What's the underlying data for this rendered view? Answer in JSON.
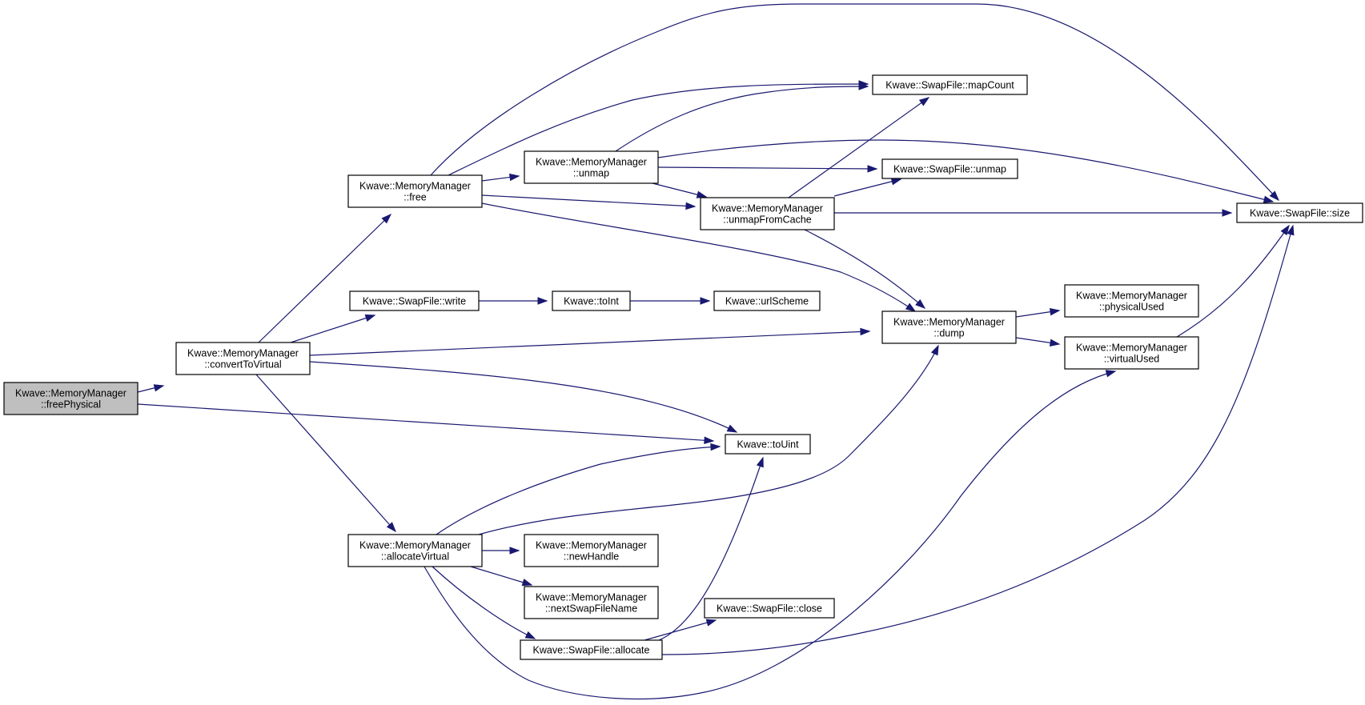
{
  "diagram": {
    "kind": "call-graph",
    "colors": {
      "edge": "#191970",
      "root_fill": "#bfbfbf",
      "node_fill": "#ffffff",
      "border": "#000000"
    },
    "nodes": {
      "freePhysical": {
        "lines": [
          "Kwave::MemoryManager",
          "::freePhysical"
        ],
        "root": true
      },
      "convertToVirtual": {
        "lines": [
          "Kwave::MemoryManager",
          "::convertToVirtual"
        ]
      },
      "free": {
        "lines": [
          "Kwave::MemoryManager",
          "::free"
        ]
      },
      "write": {
        "lines": [
          "Kwave::SwapFile::write"
        ]
      },
      "allocateVirtual": {
        "lines": [
          "Kwave::MemoryManager",
          "::allocateVirtual"
        ]
      },
      "unmap": {
        "lines": [
          "Kwave::MemoryManager",
          "::unmap"
        ]
      },
      "unmapFromCache": {
        "lines": [
          "Kwave::MemoryManager",
          "::unmapFromCache"
        ]
      },
      "toInt": {
        "lines": [
          "Kwave::toInt"
        ]
      },
      "urlScheme": {
        "lines": [
          "Kwave::urlScheme"
        ]
      },
      "toUint": {
        "lines": [
          "Kwave::toUint"
        ]
      },
      "newHandle": {
        "lines": [
          "Kwave::MemoryManager",
          "::newHandle"
        ]
      },
      "nextSwapFileName": {
        "lines": [
          "Kwave::MemoryManager",
          "::nextSwapFileName"
        ]
      },
      "allocate": {
        "lines": [
          "Kwave::SwapFile::allocate"
        ]
      },
      "close": {
        "lines": [
          "Kwave::SwapFile::close"
        ]
      },
      "mapCount": {
        "lines": [
          "Kwave::SwapFile::mapCount"
        ]
      },
      "swapUnmap": {
        "lines": [
          "Kwave::SwapFile::unmap"
        ]
      },
      "dump": {
        "lines": [
          "Kwave::MemoryManager",
          "::dump"
        ]
      },
      "size": {
        "lines": [
          "Kwave::SwapFile::size"
        ]
      },
      "physicalUsed": {
        "lines": [
          "Kwave::MemoryManager",
          "::physicalUsed"
        ]
      },
      "virtualUsed": {
        "lines": [
          "Kwave::MemoryManager",
          "::virtualUsed"
        ]
      }
    },
    "edges": [
      [
        "freePhysical",
        "convertToVirtual"
      ],
      [
        "freePhysical",
        "toUint"
      ],
      [
        "convertToVirtual",
        "free"
      ],
      [
        "convertToVirtual",
        "write"
      ],
      [
        "convertToVirtual",
        "dump"
      ],
      [
        "convertToVirtual",
        "toUint"
      ],
      [
        "convertToVirtual",
        "allocateVirtual"
      ],
      [
        "free",
        "size"
      ],
      [
        "free",
        "mapCount"
      ],
      [
        "free",
        "unmap"
      ],
      [
        "free",
        "unmapFromCache"
      ],
      [
        "free",
        "dump"
      ],
      [
        "unmap",
        "mapCount"
      ],
      [
        "unmap",
        "size"
      ],
      [
        "unmap",
        "swapUnmap"
      ],
      [
        "unmap",
        "unmapFromCache"
      ],
      [
        "unmapFromCache",
        "mapCount"
      ],
      [
        "unmapFromCache",
        "swapUnmap"
      ],
      [
        "unmapFromCache",
        "size"
      ],
      [
        "unmapFromCache",
        "dump"
      ],
      [
        "write",
        "toInt"
      ],
      [
        "toInt",
        "urlScheme"
      ],
      [
        "dump",
        "physicalUsed"
      ],
      [
        "dump",
        "virtualUsed"
      ],
      [
        "virtualUsed",
        "size"
      ],
      [
        "allocateVirtual",
        "toUint"
      ],
      [
        "allocateVirtual",
        "dump"
      ],
      [
        "allocateVirtual",
        "newHandle"
      ],
      [
        "allocateVirtual",
        "nextSwapFileName"
      ],
      [
        "allocateVirtual",
        "allocate"
      ],
      [
        "allocateVirtual",
        "virtualUsed"
      ],
      [
        "allocate",
        "toUint"
      ],
      [
        "allocate",
        "close"
      ],
      [
        "allocate",
        "size"
      ]
    ]
  }
}
